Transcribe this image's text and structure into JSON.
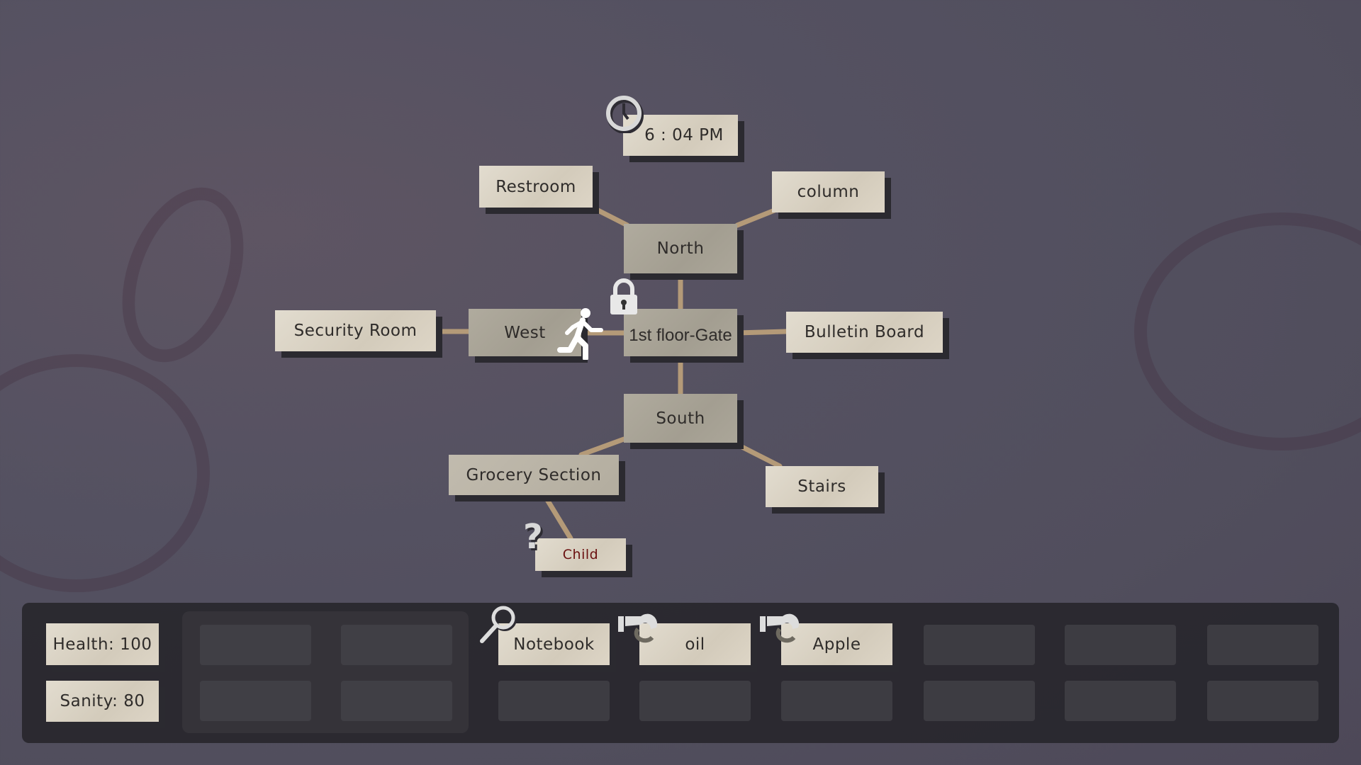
{
  "clock": {
    "time": "6 : 04 PM",
    "icon": "clock-icon"
  },
  "map": {
    "nodes": {
      "restroom": "Restroom",
      "column": "column",
      "north": "North",
      "security_room": "Security Room",
      "west": "West",
      "gate": "1st floor-Gate",
      "bulletin_board": "Bulletin Board",
      "south": "South",
      "grocery": "Grocery Section",
      "stairs": "Stairs",
      "child": "Child"
    },
    "current_location": "1st floor-Gate",
    "icons": {
      "player": "running-person-icon",
      "locked": "lock-icon",
      "unknown": "question-mark-icon"
    },
    "unknown_glyph": "?"
  },
  "stats": {
    "health": "Health: 100",
    "sanity": "Sanity: 80"
  },
  "inventory": {
    "items": [
      {
        "label": "Notebook",
        "icon": "magnifier-icon"
      },
      {
        "label": "oil",
        "icon": "grab-hand-icon"
      },
      {
        "label": "Apple",
        "icon": "grab-hand-icon"
      }
    ]
  },
  "colors": {
    "background": "#544f5e",
    "paper": "#dcd4c5",
    "paper_dark": "#a9a497",
    "rope": "#b49a78",
    "child_text": "#6a1010"
  }
}
